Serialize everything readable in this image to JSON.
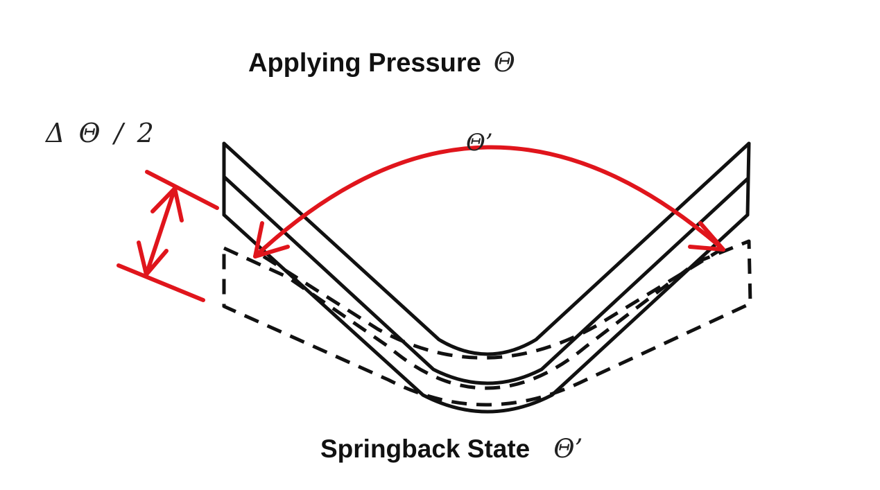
{
  "diagram": {
    "title": "Applying Pressure",
    "title_symbol": "Θ",
    "delta_label": "Δ  Θ / 2",
    "top_angle_label": "Θ’",
    "bottom_label": "Springback State",
    "bottom_symbol": "Θ’"
  },
  "colors": {
    "ink": "#111111",
    "accent": "#e0151c",
    "background": "#ffffff"
  }
}
